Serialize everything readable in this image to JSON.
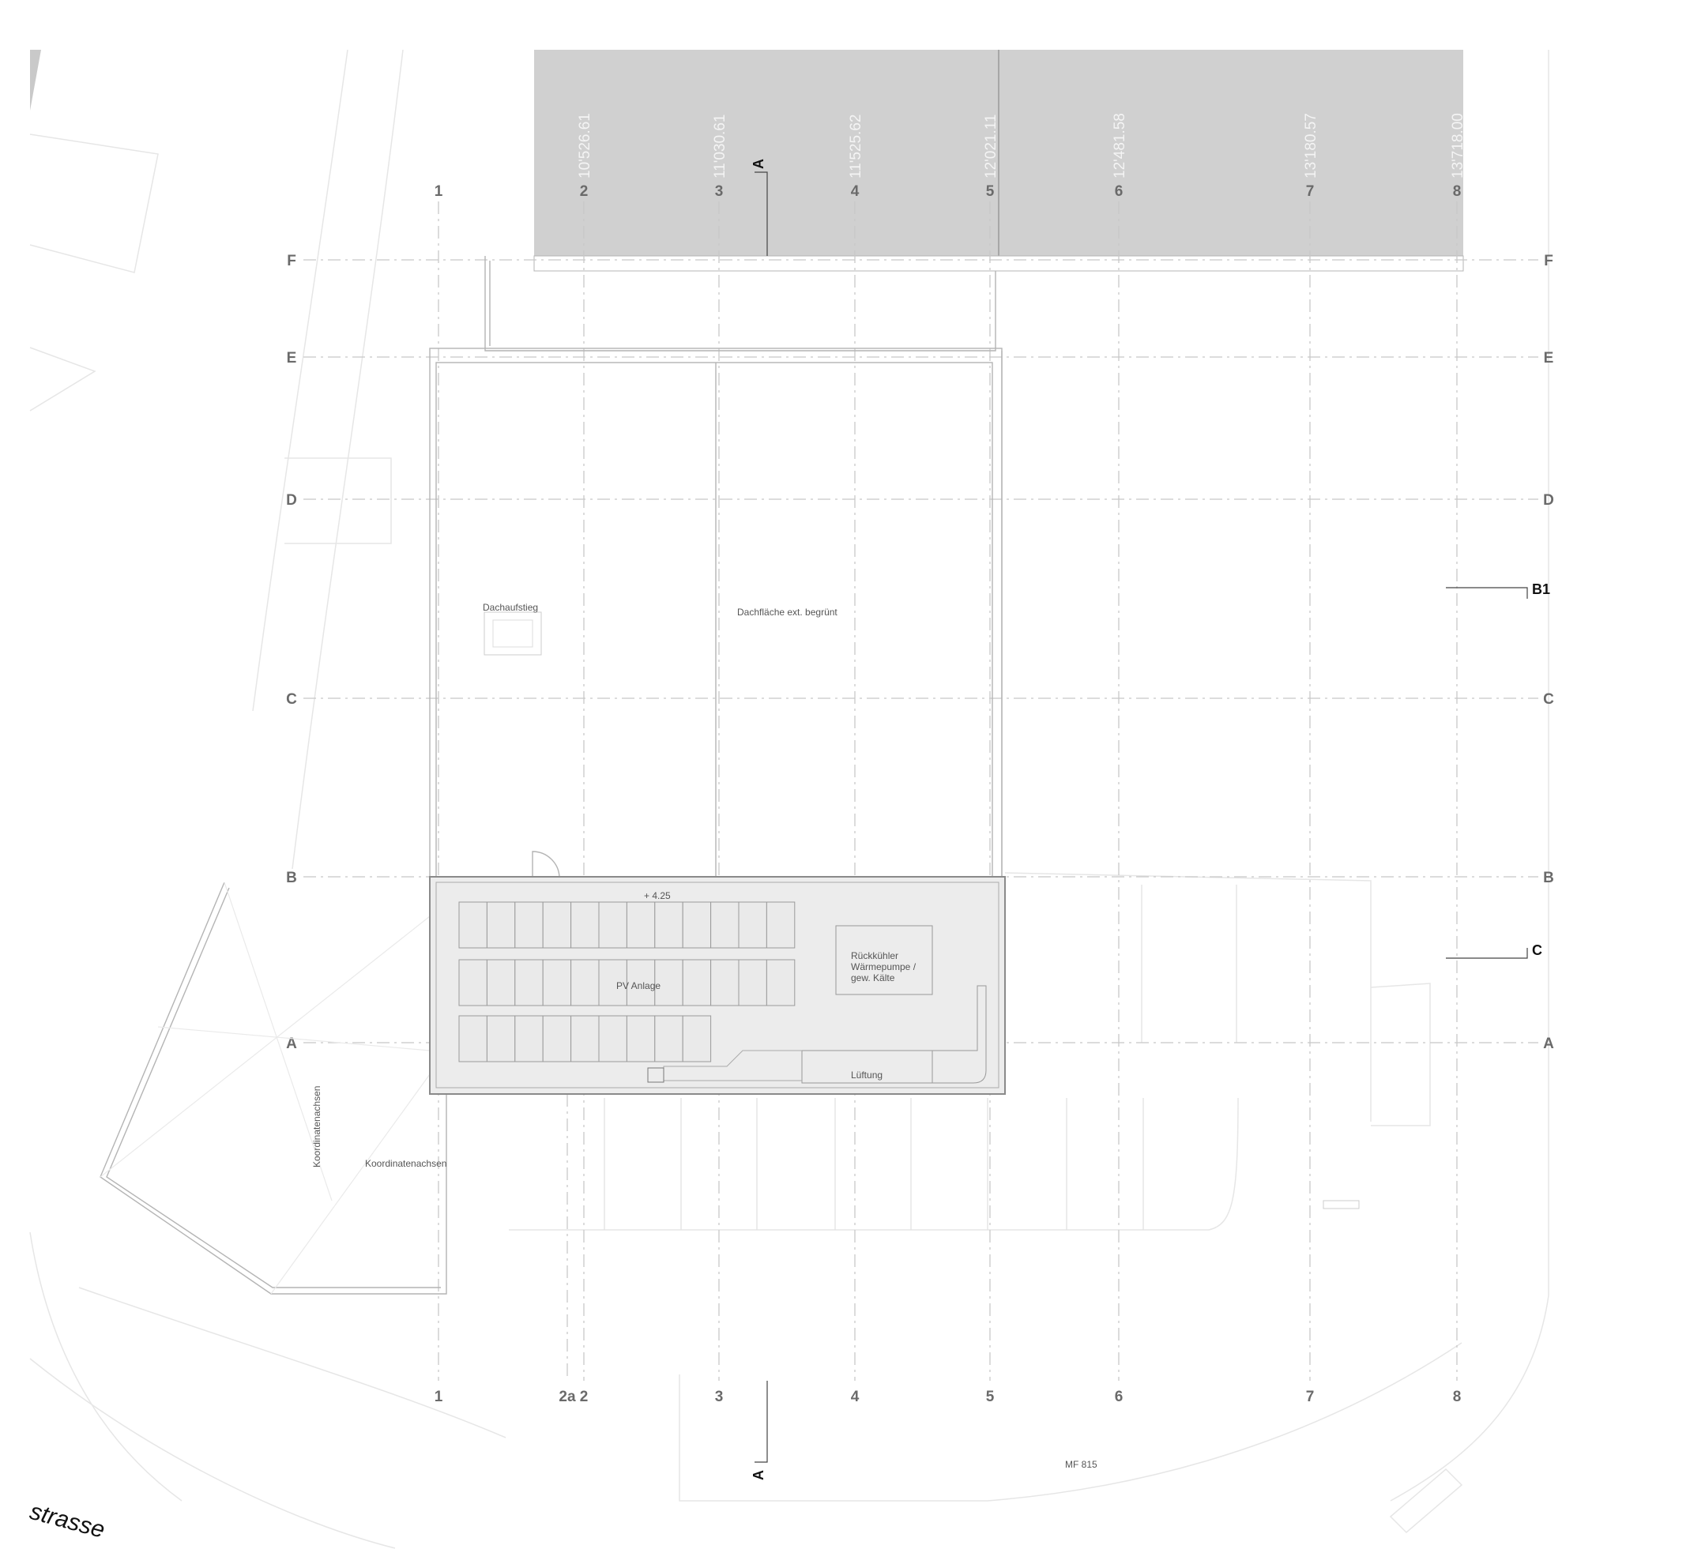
{
  "plan": {
    "grid_columns": [
      "1",
      "2",
      "2a",
      "3",
      "4",
      "5",
      "6",
      "7",
      "8"
    ],
    "grid_rows": [
      "F",
      "E",
      "D",
      "C",
      "B",
      "A"
    ],
    "coordinates": [
      "10'526.61",
      "11'030.61",
      "11'525.62",
      "12'021.11",
      "12'481.58",
      "13'180.57",
      "13'718.00"
    ],
    "section_markers": {
      "a": "A",
      "b1": "B1",
      "c": "C"
    },
    "labels": {
      "roof_area": "Dachfläche ext. begrünt",
      "roof_access": "Dachaufstieg",
      "elevation": "+ 4.25",
      "pv": "PV Anlage",
      "cooler_1": "Rückkühler",
      "cooler_2": "Wärmepumpe /",
      "cooler_3": "gew. Kälte",
      "ventilation": "Lüftung",
      "axes_vertical": "Koordinatenachsen",
      "axes_horizontal": "Koordinatenachsen",
      "small_ref": "MF 815",
      "street": "strasse"
    }
  }
}
